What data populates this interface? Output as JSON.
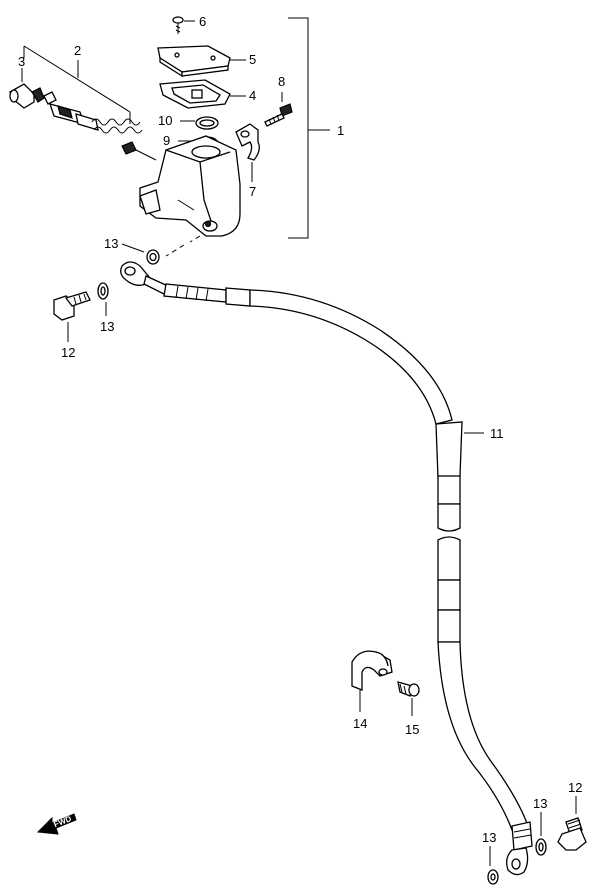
{
  "labels": {
    "p1": "1",
    "p2": "2",
    "p3": "3",
    "p4": "4",
    "p5": "5",
    "p6": "6",
    "p7": "7",
    "p8": "8",
    "p9": "9",
    "p10": "10",
    "p11": "11",
    "p12a": "12",
    "p12b": "12",
    "p13a": "13",
    "p13b": "13",
    "p13c": "13",
    "p13d": "13",
    "p14": "14",
    "p15": "15"
  },
  "fwd_badge": "FWD"
}
